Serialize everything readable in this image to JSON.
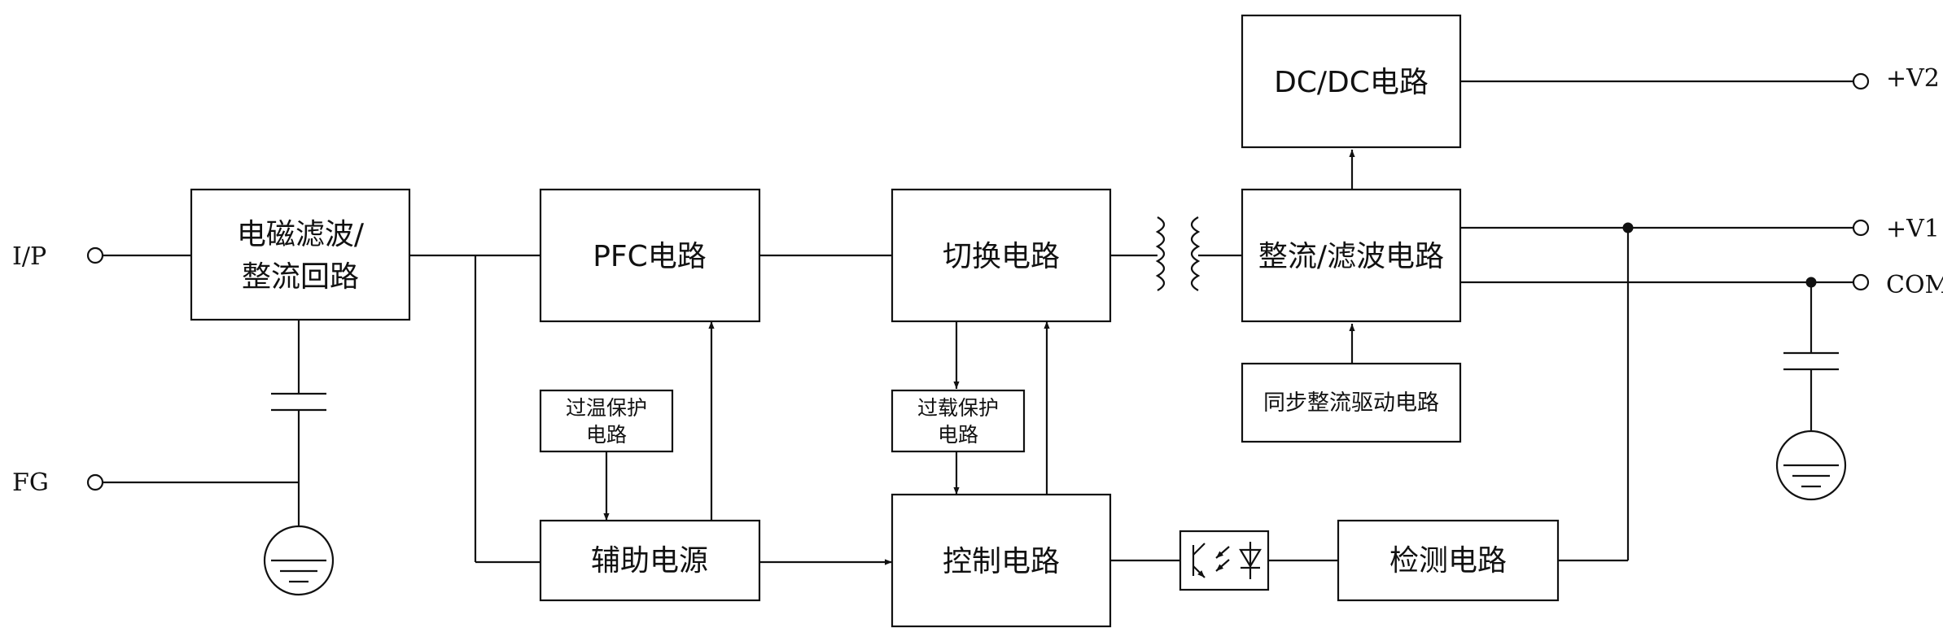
{
  "blocks": {
    "emi": {
      "line1": "电磁滤波/",
      "line2": "整流回路"
    },
    "pfc": "PFC电路",
    "switch": "切换电路",
    "rectifier": "整流/滤波电路",
    "dcdc": "DC/DC电路",
    "sync": "同步整流驱动电路",
    "otp": {
      "line1": "过温保护",
      "line2": "电路"
    },
    "olp": {
      "line1": "过载保护",
      "line2": "电路"
    },
    "aux": "辅助电源",
    "control": "控制电路",
    "detect": "检测电路"
  },
  "ports": {
    "ip": "I/P",
    "fg": "FG",
    "v2": "+V2",
    "v1": "+V1",
    "com": "COM"
  }
}
